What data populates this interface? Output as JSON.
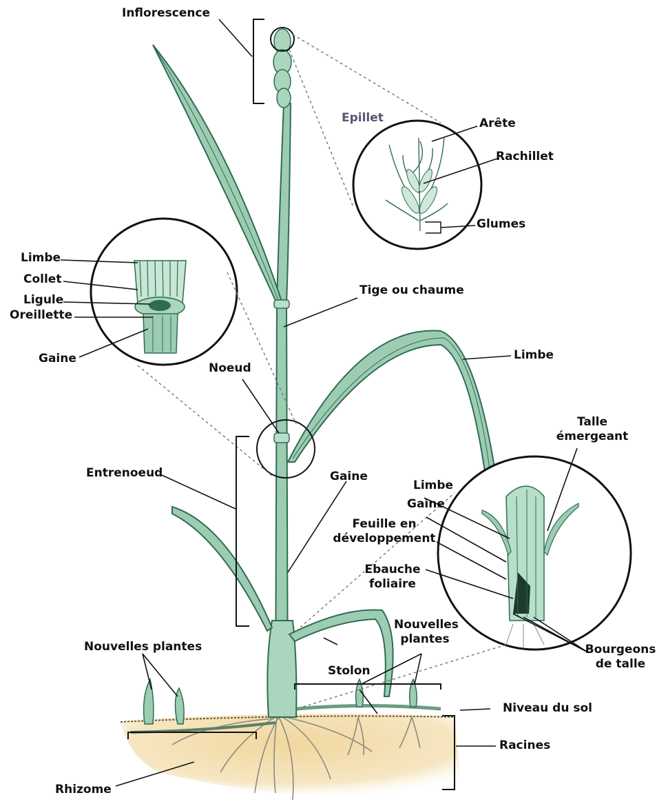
{
  "labels": {
    "inflorescence": "Inflorescence",
    "epillet": "Epillet",
    "arete": "Arête",
    "rachillet": "Rachillet",
    "glumes": "Glumes",
    "limbe_left": "Limbe",
    "collet": "Collet",
    "ligule": "Ligule",
    "oreillette": "Oreillette",
    "gaine_left": "Gaine",
    "tige": "Tige ou chaume",
    "limbe_right": "Limbe",
    "noeud": "Noeud",
    "talle_1": "Talle",
    "talle_2": "émergeant",
    "entrenoeud": "Entrenoeud",
    "gaine_mid": "Gaine",
    "limbe_detail": "Limbe",
    "gaine_detail": "Gaine",
    "feuille_1": "Feuille en",
    "feuille_2": "développement",
    "ebauche_1": "Ebauche",
    "ebauche_2": "foliaire",
    "nouvelles_left": "Nouvelles plantes",
    "nouvelles_right_1": "Nouvelles",
    "nouvelles_right_2": "plantes",
    "stolon": "Stolon",
    "bourgeons_1": "Bourgeons",
    "bourgeons_2": "de talle",
    "niveau": "Niveau du sol",
    "racines": "Racines",
    "rhizome": "Rhizome"
  },
  "colors": {
    "leaf_fill": "#9ccdb2",
    "leaf_dark": "#2f6b52",
    "soil": "#f1d79e",
    "line": "#111111"
  }
}
